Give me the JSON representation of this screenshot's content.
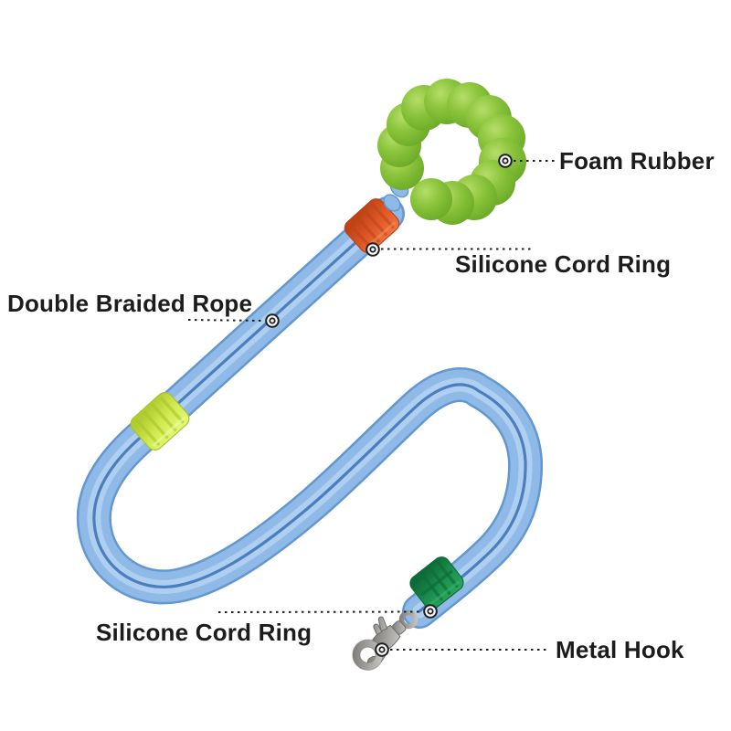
{
  "diagram": {
    "subject": "rope dog leash with foam handle, silicone cord rings and metal hook",
    "labels": {
      "foam_rubber": "Foam Rubber",
      "silicone_cord_ring_top": "Silicone Cord Ring",
      "double_braided_rope": "Double Braided Rope",
      "silicone_cord_ring_bottom": "Silicone Cord Ring",
      "metal_hook": "Metal Hook"
    }
  },
  "colors": {
    "background": "#ffffff",
    "label_text": "#1c1c1c",
    "callout_line": "#1e1e1e",
    "foam_green": "#8cc43d",
    "foam_green_light": "#b6de6a",
    "foam_green_dark": "#5f9c20",
    "rope_main": "#8fbae8",
    "rope_edge": "#6397cf",
    "rope_light": "#b9d6f4",
    "rope_seam": "#3f74b8",
    "ring_orange": "#e05a2a",
    "ring_orange_light": "#f07a45",
    "ring_orange_dark": "#bf4316",
    "ring_lime": "#d3ec53",
    "ring_lime_light": "#e7f87e",
    "ring_lime_dark": "#a8c42c",
    "ring_green": "#1c9150",
    "ring_green_light": "#2aa85f",
    "ring_green_dark": "#0e6b38",
    "metal_light": "#c9c7c3",
    "metal_mid": "#a3a19d",
    "metal_dark": "#6f6d69"
  }
}
